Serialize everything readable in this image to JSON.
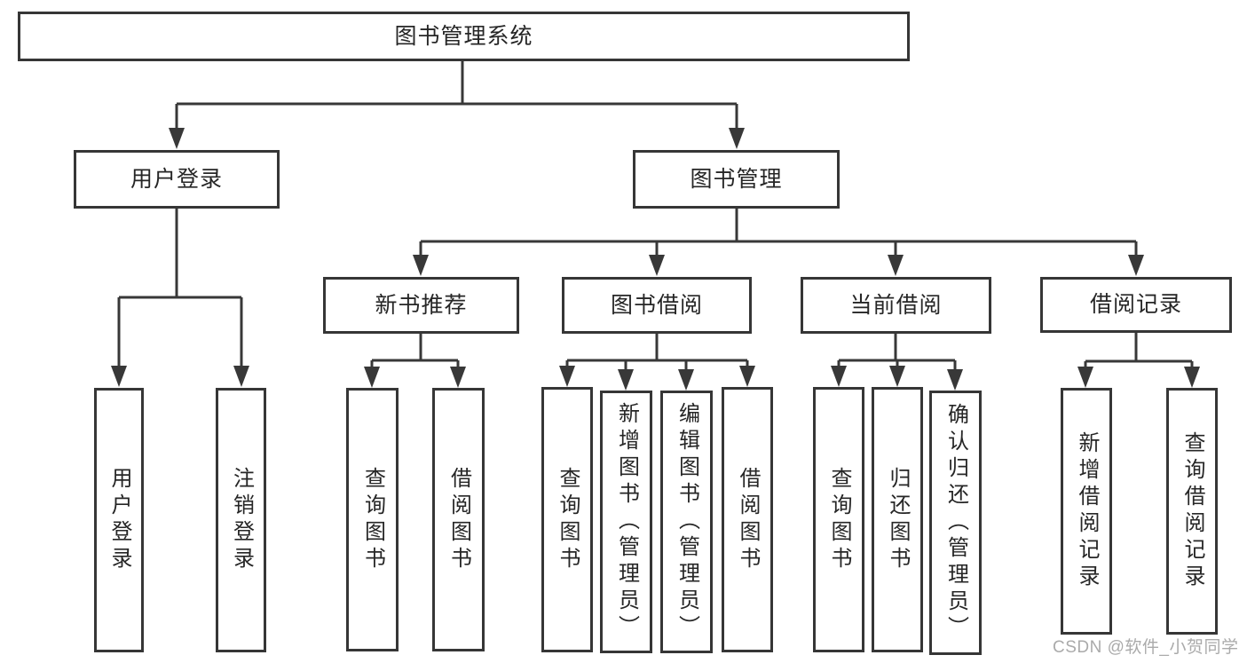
{
  "diagram": {
    "title": "图书管理系统",
    "level2": {
      "user_login": "用户登录",
      "book_management": "图书管理"
    },
    "level3": {
      "new_book_recommend": "新书推荐",
      "book_borrow": "图书借阅",
      "current_borrow": "当前借阅",
      "borrow_records": "借阅记录"
    },
    "leaves": {
      "user_login": "用户登录",
      "logout": "注销登录",
      "nbr_query_books": "查询图书",
      "nbr_borrow_books": "借阅图书",
      "bb_query_books": "查询图书",
      "bb_add_books_admin": "新增图书（管理员）",
      "bb_edit_books_admin": "编辑图书（管理员）",
      "bb_borrow_books": "借阅图书",
      "cb_query_books": "查询图书",
      "cb_return_books": "归还图书",
      "cb_confirm_return_admin": "确认归还（管理员）",
      "br_add_record": "新增借阅记录",
      "br_query_record": "查询借阅记录"
    }
  },
  "watermark": "CSDN @软件_小贺同学",
  "colors": {
    "line": "#383838",
    "box_border": "#363636",
    "text": "#262626",
    "watermark": "#9e9e9e",
    "background": "#ffffff"
  }
}
